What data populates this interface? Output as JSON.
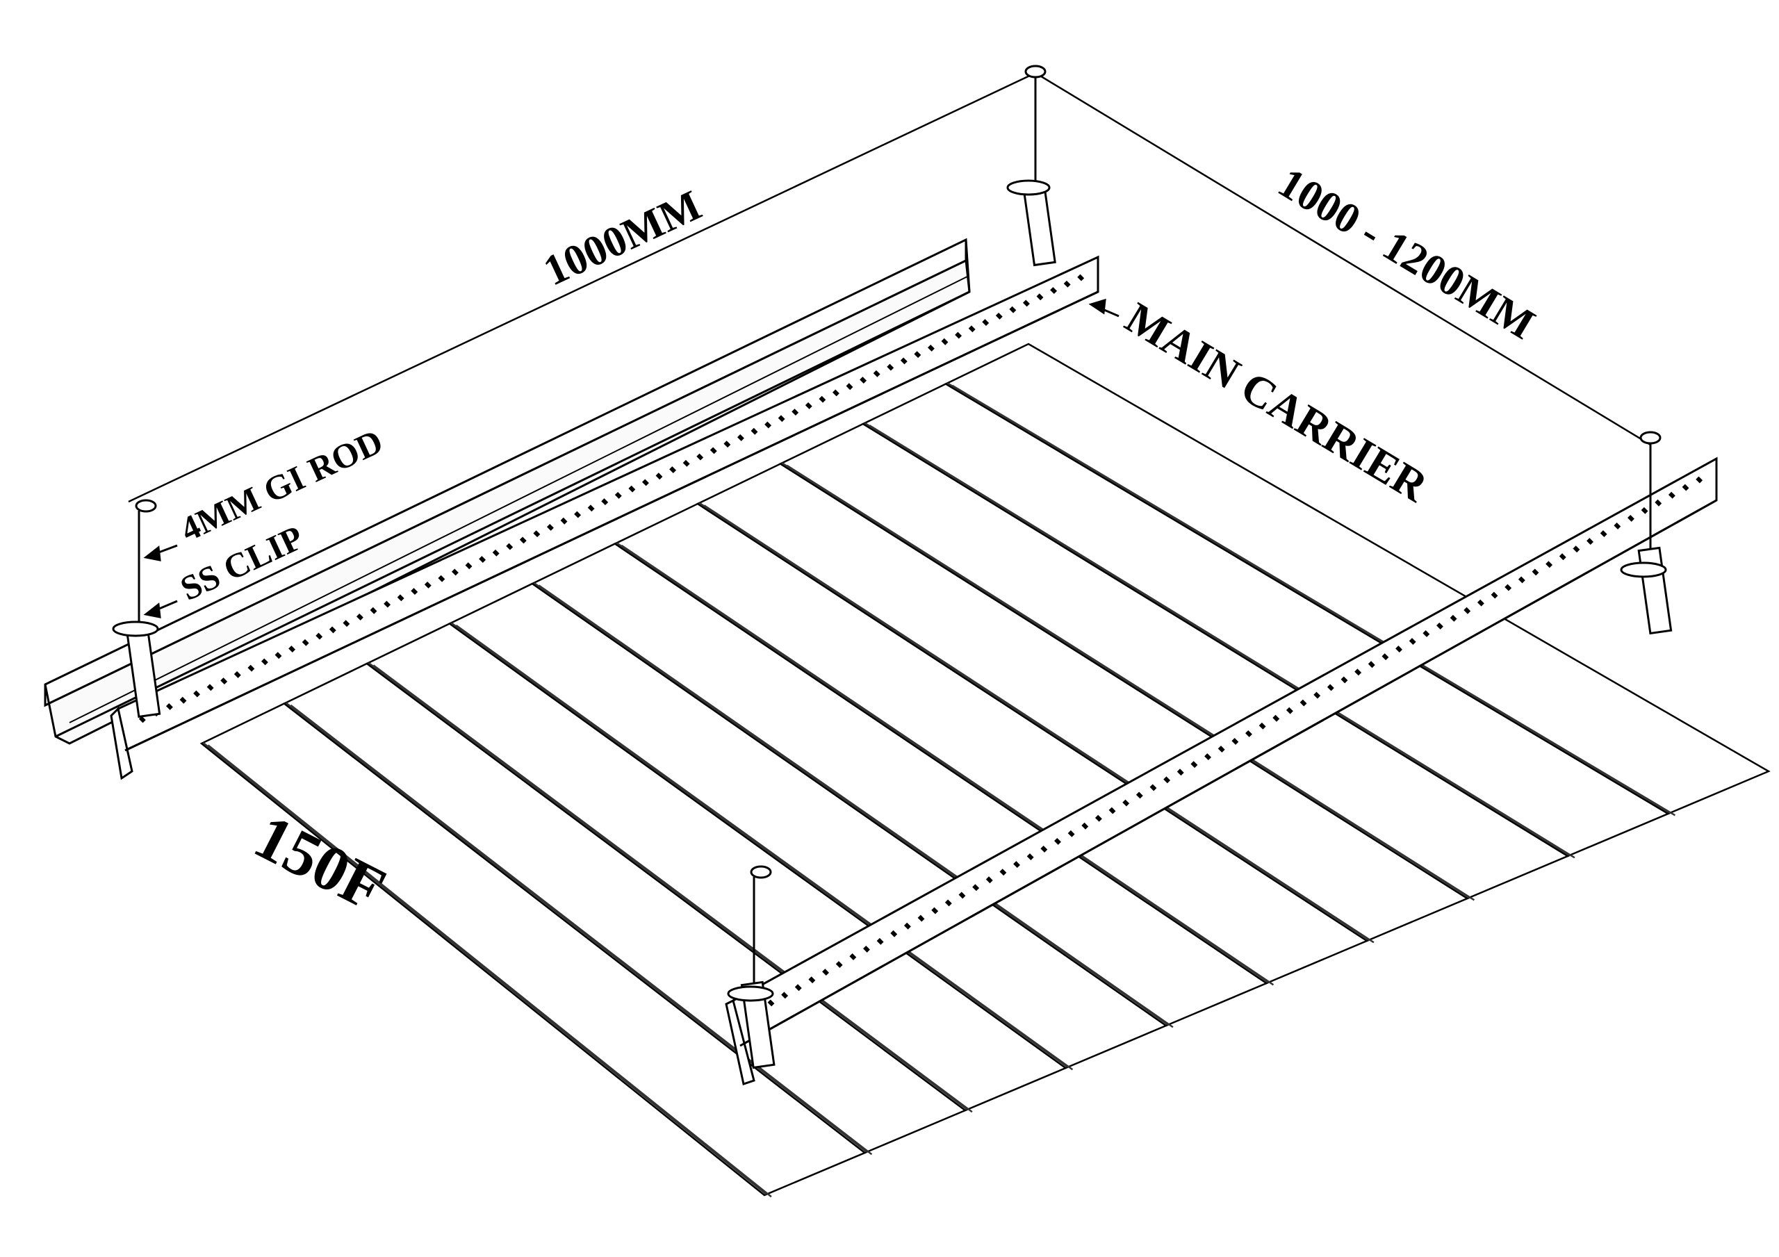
{
  "labels": {
    "length_dimension": "1000MM",
    "span_dimension": "1000 - 1200MM",
    "main_carrier": "MAIN CARRIER",
    "gi_rod": "4MM GI ROD",
    "ss_clip": "SS CLIP",
    "panel_type": "150F"
  },
  "panel_count": 10,
  "colors": {
    "line": "#000000",
    "background": "#ffffff",
    "panel_fill": "#ffffff",
    "groove": "#333333"
  }
}
